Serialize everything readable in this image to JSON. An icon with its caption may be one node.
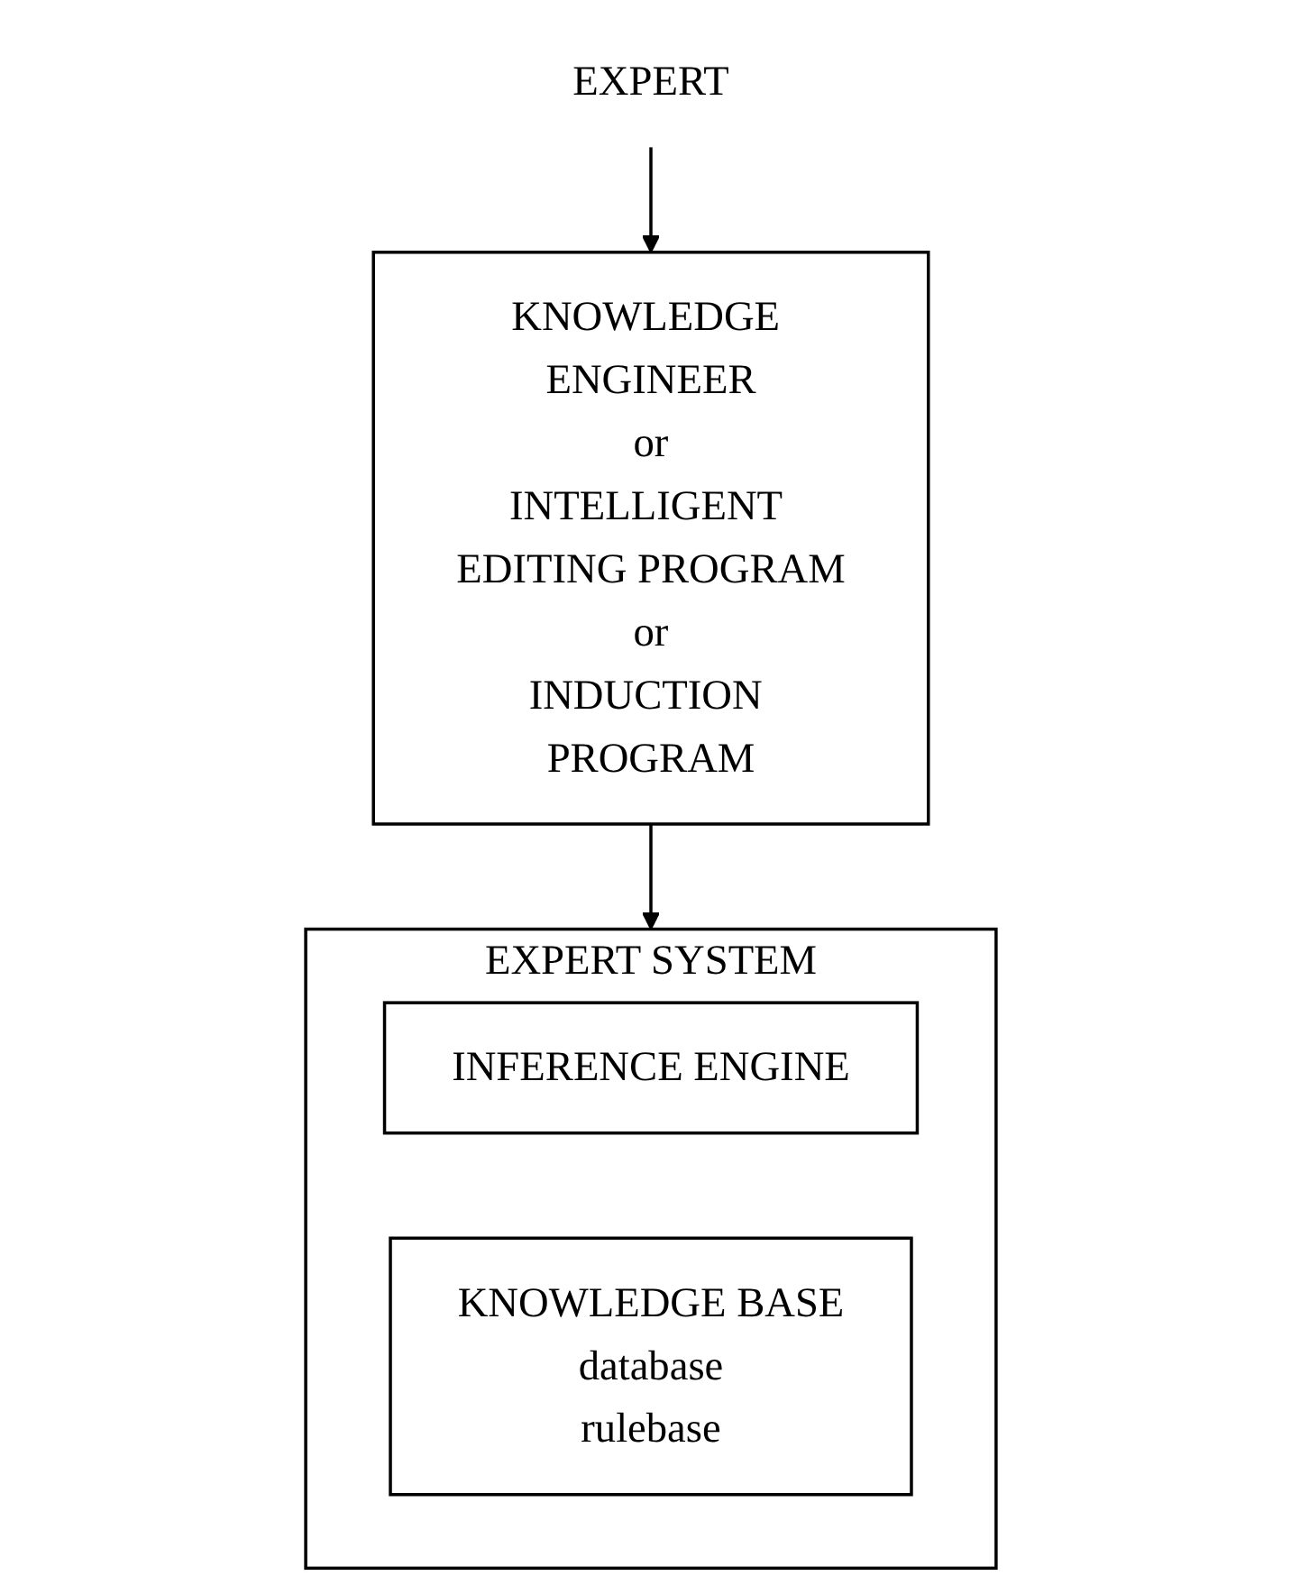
{
  "diagram": {
    "nodes": [
      {
        "text": [
          "EXPERT"
        ]
      },
      {
        "text": [
          "KNOWLEDGE ENGINEER",
          "or",
          "INTELLIGENT EDITING PROGRAM",
          "or",
          "INDUCTION PROGRAM"
        ]
      },
      {
        "text": [
          "EXPERT SYSTEM"
        ]
      },
      {
        "text": [
          "INFERENCE ENGINE"
        ],
        "in": 2
      },
      {
        "text": [
          "KNOWLEDGE BASE",
          "database",
          "rulebase"
        ],
        "in": 2
      }
    ],
    "edges": [
      {
        "from": 0,
        "to": 1,
        "arrow": "to"
      },
      {
        "from": 1,
        "to": 2,
        "arrow": "to"
      }
    ]
  }
}
